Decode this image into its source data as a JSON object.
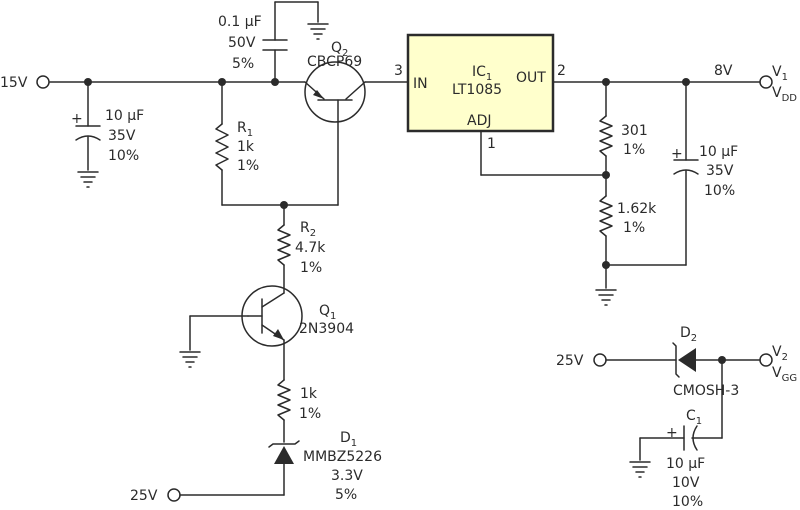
{
  "colors": {
    "ic_fill": "#ffffcc",
    "wire": "#2b2b2b",
    "background": "#ffffff"
  },
  "in_15v": "15V",
  "in_25v_bottom": "25V",
  "in_25v_right": "25V",
  "c_in": {
    "value": "10 µF",
    "voltage": "35V",
    "tol": "10%"
  },
  "c_top": {
    "value": "0.1 µF",
    "voltage": "50V",
    "tol": "5%"
  },
  "q2": {
    "ref": "Q",
    "sub": "2",
    "part": "CBCP69"
  },
  "r1": {
    "ref": "R",
    "sub": "1",
    "value": "1k",
    "tol": "1%"
  },
  "r2": {
    "ref": "R",
    "sub": "2",
    "value": "4.7k",
    "tol": "1%"
  },
  "q1": {
    "ref": "Q",
    "sub": "1",
    "part": "2N3904"
  },
  "r_zener": {
    "value": "1k",
    "tol": "1%"
  },
  "d1": {
    "ref": "D",
    "sub": "1",
    "part": "MMBZ5226",
    "voltage": "3.3V",
    "tol": "5%"
  },
  "ic1": {
    "ref": "IC",
    "sub": "1",
    "part": "LT1085",
    "pin_in": "IN",
    "pin_out": "OUT",
    "pin_adj": "ADJ",
    "pin3": "3",
    "pin2": "2",
    "pin1": "1"
  },
  "r301": {
    "value": "301",
    "tol": "1%"
  },
  "r162": {
    "value": "1.62k",
    "tol": "1%"
  },
  "c_out": {
    "value": "10 µF",
    "voltage": "35V",
    "tol": "10%"
  },
  "out1": {
    "volt": "8V",
    "v": "V",
    "vsub": "1",
    "vdd": "V",
    "vddsub": "DD"
  },
  "d2": {
    "ref": "D",
    "sub": "2",
    "part": "CMOSH-3"
  },
  "c1": {
    "ref": "C",
    "sub": "1",
    "value": "10 µF",
    "voltage": "10V",
    "tol": "10%"
  },
  "out2": {
    "v": "V",
    "vsub": "2",
    "vgg": "V",
    "vggsub": "GG"
  }
}
